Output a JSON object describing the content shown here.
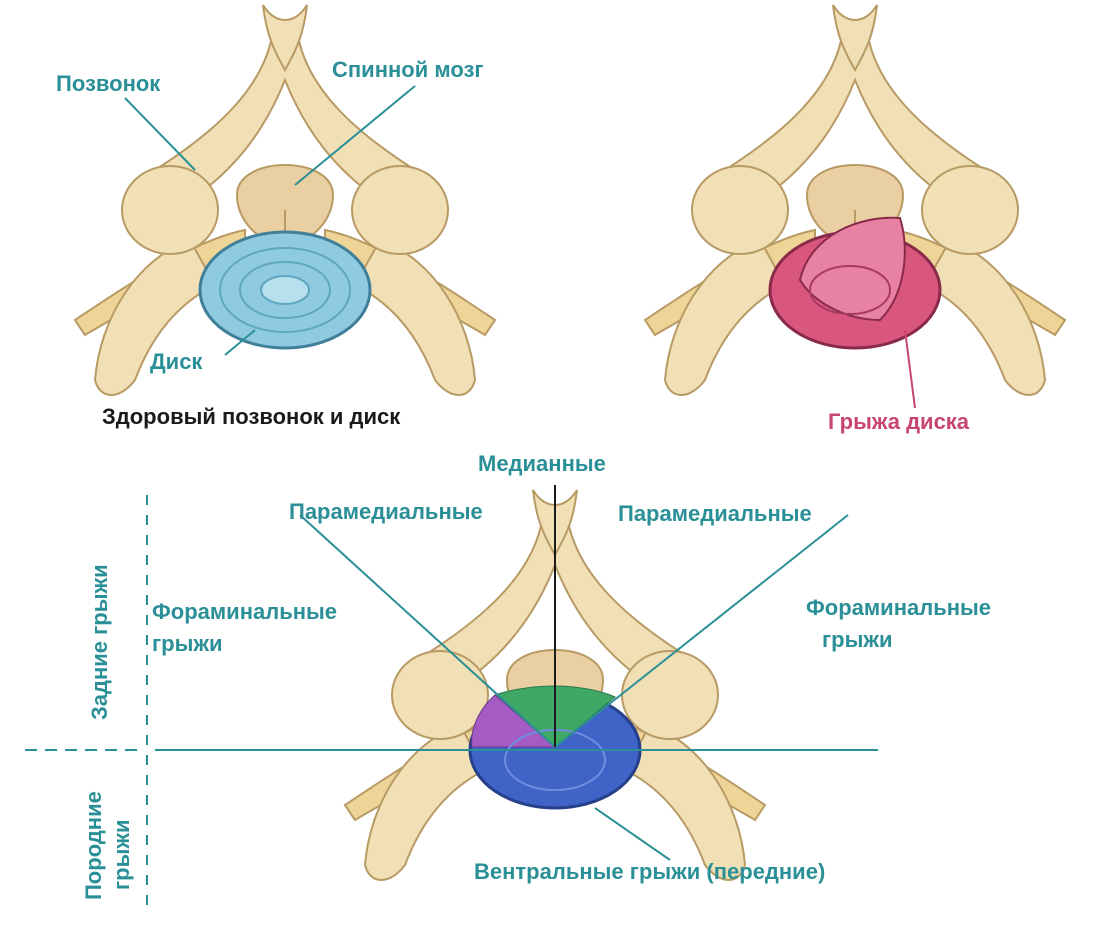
{
  "colors": {
    "label": "#2a8f96",
    "title": "#1a1a1a",
    "hernia_label": "#c8466e",
    "bone": "#f1dfb6",
    "bone_outline": "#b89a64",
    "cord": "#e9cfa1",
    "healthy_disc": "#8ecbe0",
    "herniated_disc": "#d9577e",
    "disc_blue": "#3f63c6",
    "sector_green": "#3fa866",
    "sector_purple": "#a45bc4"
  },
  "top_left": {
    "vertebra_label": "Позвонок",
    "cord_label": "Спинной мозг",
    "disc_label": "Диск",
    "caption": "Здоровый позвонок и диск"
  },
  "top_right": {
    "hernia_label": "Грыжа диска"
  },
  "bottom": {
    "median": "Медианные",
    "paramedial_left": "Парамедиальные",
    "paramedial_right": "Парамедиальные",
    "foraminal_left_1": "Фораминальные",
    "foraminal_left_2": "грыжи",
    "foraminal_right_1": "Фораминальные",
    "foraminal_right_2": "грыжи",
    "ventral": "Вентральные грыжи (передние)",
    "posterior_axis": "Задние грыжи",
    "anterior_axis_1": "Породние",
    "anterior_axis_2": "грыжи"
  }
}
